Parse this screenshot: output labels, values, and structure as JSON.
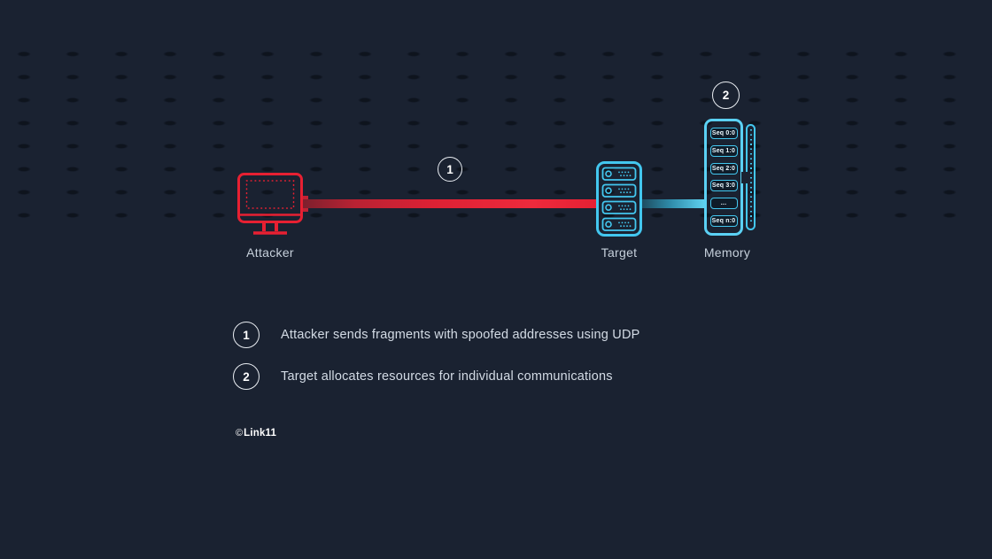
{
  "colors": {
    "bg": "#1a2231",
    "red": "#e72032",
    "cyan": "#43c7ef",
    "cyan2": "#5bd1f4",
    "circle": "#e9edf2",
    "text": "#c6d0db",
    "legendText": "#d3dbe5"
  },
  "nodes": {
    "attacker": {
      "label": "Attacker"
    },
    "target": {
      "label": "Target"
    },
    "memory": {
      "label": "Memory",
      "slots": [
        "Seq 0:0",
        "Seq 1:0",
        "Seq 2:0",
        "Seq 3:0",
        "...",
        "Seq n:0"
      ]
    }
  },
  "steps": {
    "one": "1",
    "two": "2"
  },
  "legend": [
    {
      "num": "1",
      "text": "Attacker sends fragments with spoofed addresses using UDP"
    },
    {
      "num": "2",
      "text": "Target allocates resources for individual communications"
    }
  ],
  "footer": {
    "symbol": "©",
    "brand": "Link11"
  }
}
